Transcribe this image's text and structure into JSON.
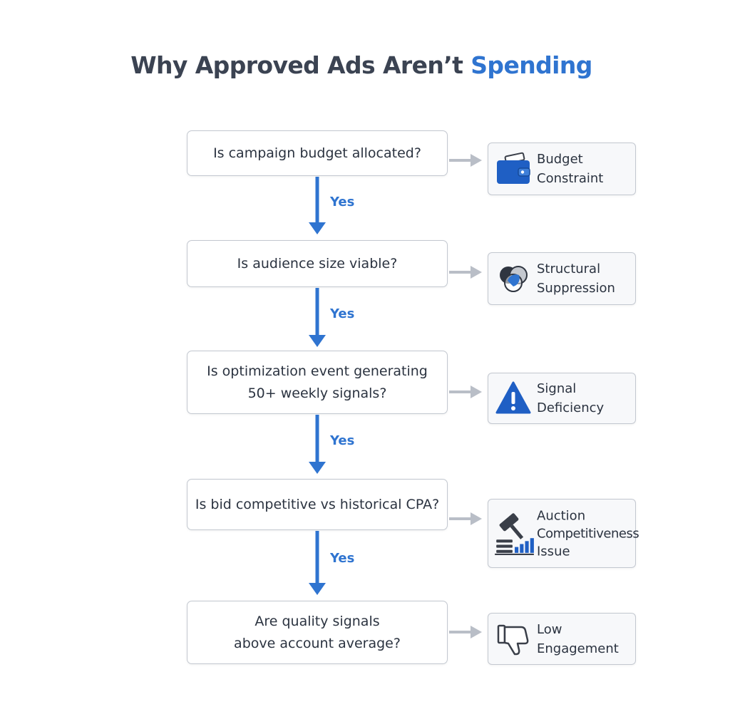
{
  "title": {
    "main": "Why Approved Ads Aren’t",
    "accent": "Spending"
  },
  "colors": {
    "accent": "#2f74d0",
    "title": "#3b4352",
    "side_arrow": "#b9bec7",
    "box_border": "#c3c8d0"
  },
  "steps": [
    {
      "question": "Is campaign budget allocated?",
      "yes_label": "Yes",
      "outcome": {
        "line1": "Budget",
        "line2": "Constraint",
        "icon": "wallet-icon"
      }
    },
    {
      "question": "Is audience size viable?",
      "yes_label": "Yes",
      "outcome": {
        "line1": "Structural",
        "line2": "Suppression",
        "icon": "overlapping-circles-icon"
      }
    },
    {
      "question_line1": "Is optimization event generating",
      "question_line2": "50+ weekly signals?",
      "yes_label": "Yes",
      "outcome": {
        "line1": "Signal",
        "line2": "Deficiency",
        "icon": "warning-triangle-icon"
      }
    },
    {
      "question": "Is bid competitive vs historical CPA?",
      "yes_label": "Yes",
      "outcome": {
        "line1": "Auction",
        "line2": "Competitiveness",
        "line3": "Issue",
        "icon": "gavel-chart-icon"
      }
    },
    {
      "question_line1": "Are quality signals",
      "question_line2": "above account average?",
      "outcome": {
        "line1": "Low",
        "line2": "Engagement",
        "icon": "thumbs-down-icon"
      }
    }
  ]
}
